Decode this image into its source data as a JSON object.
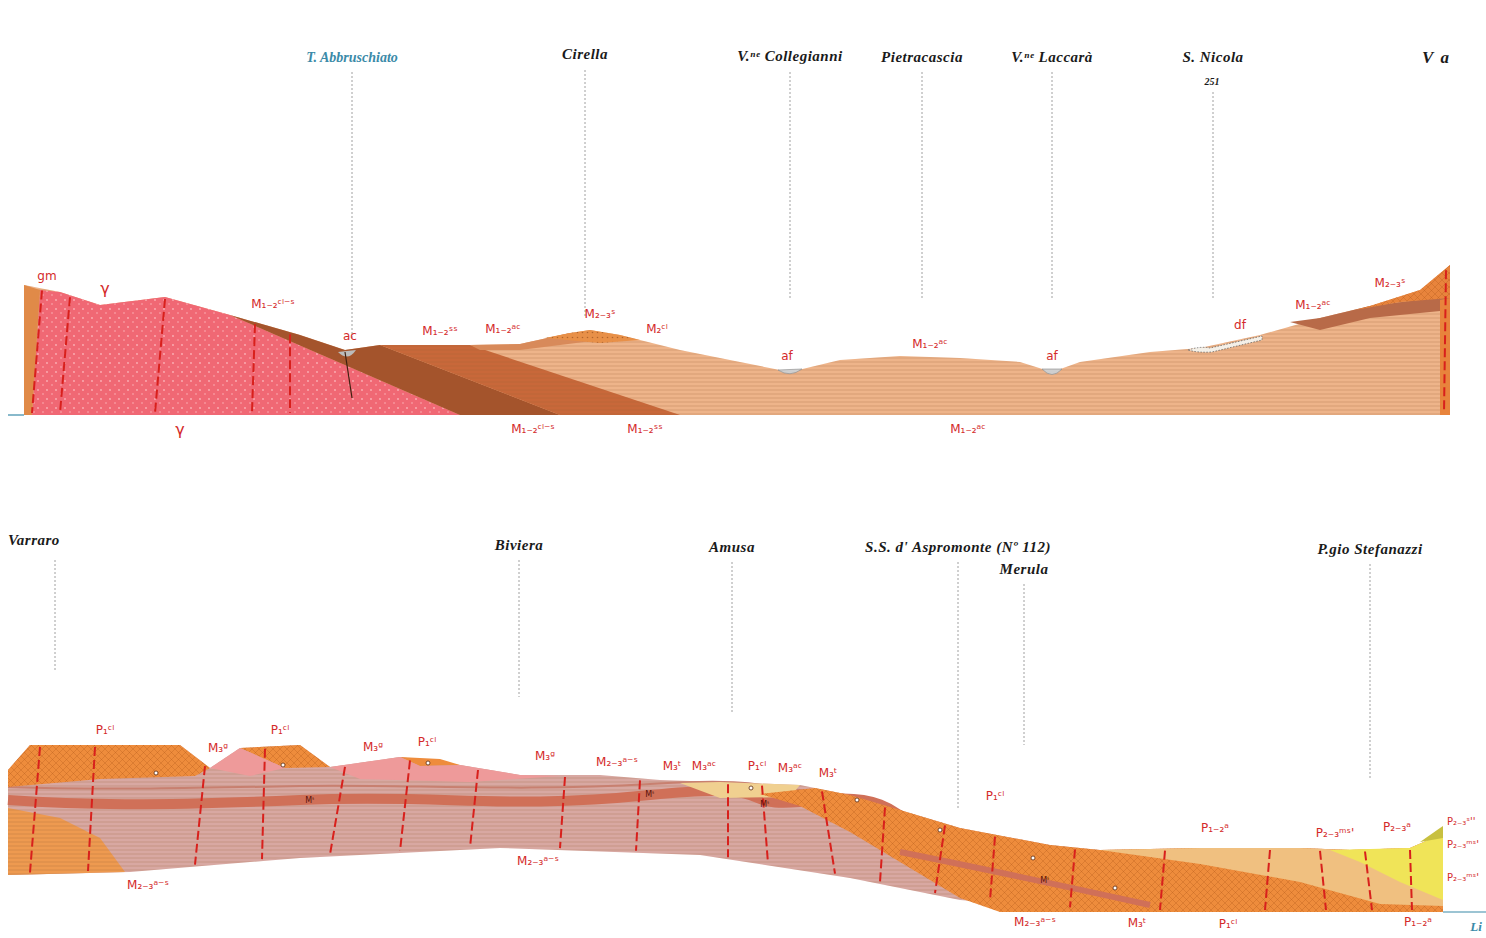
{
  "diagram": {
    "labels": [
      "T. Abbruschiato",
      "Cirella",
      "V.ⁿᵉ Collegianni",
      "Pietracascia",
      "V.ⁿᵉ Laccarà",
      "S. Nicola",
      "251",
      "Va",
      "gm",
      "γ",
      "M₁₋₂ᶜˡ⁻ˢ",
      "ac",
      "M₁₋₂ˢˢ",
      "M₁₋₂ᵃᶜ",
      "M₂₋₃ˢ",
      "M₂ᶜˡ",
      "af",
      "M₁₋₂ᵃᶜ",
      "af",
      "df",
      "M₁₋₂ᵃᶜ",
      "M₂₋₃ˢ",
      "γ",
      "M₁₋₂ᶜˡ⁻ˢ",
      "M₁₋₂ˢˢ",
      "M₁₋₂ᵃᶜ",
      "Varraro",
      "Biviera",
      "Amusa",
      "S.S. d' Aspromonte (Nº 112)",
      "Merula",
      "P.gio Stefanazzi",
      "P₁ᶜˡ",
      "M₃ᵍ",
      "P₁ᶜˡ",
      "M₃ᵍ",
      "P₁ᶜˡ",
      "M₃ᵍ",
      "M₂₋₃ᵃ⁻ˢ",
      "M₃ᵗ",
      "M₃ᵃᶜ",
      "P₁ᶜˡ",
      "M₃ᵃᶜ",
      "M₃ᵗ",
      "P₁ᶜˡ",
      "P₁₋₂ᵃ",
      "P₂₋₃ᵐˢ'",
      "P₂₋₃ᵃ",
      "P₂₋₃ˢ''",
      "P₂₋₃ᵐˢ'",
      "P₂₋₃ᵐˢ'",
      "M₂₋₃ᵃ⁻ˢ",
      "M₂₋₃ᵃ⁻ˢ",
      "M₂₋₃ᵃ⁻ˢ",
      "M₃ᵗ",
      "P₁ᶜˡ",
      "P₁₋₂ᵃ",
      "Li",
      "Mᵗ",
      "Mᵗ",
      "Mᵗ",
      "Mᵗ"
    ]
  }
}
